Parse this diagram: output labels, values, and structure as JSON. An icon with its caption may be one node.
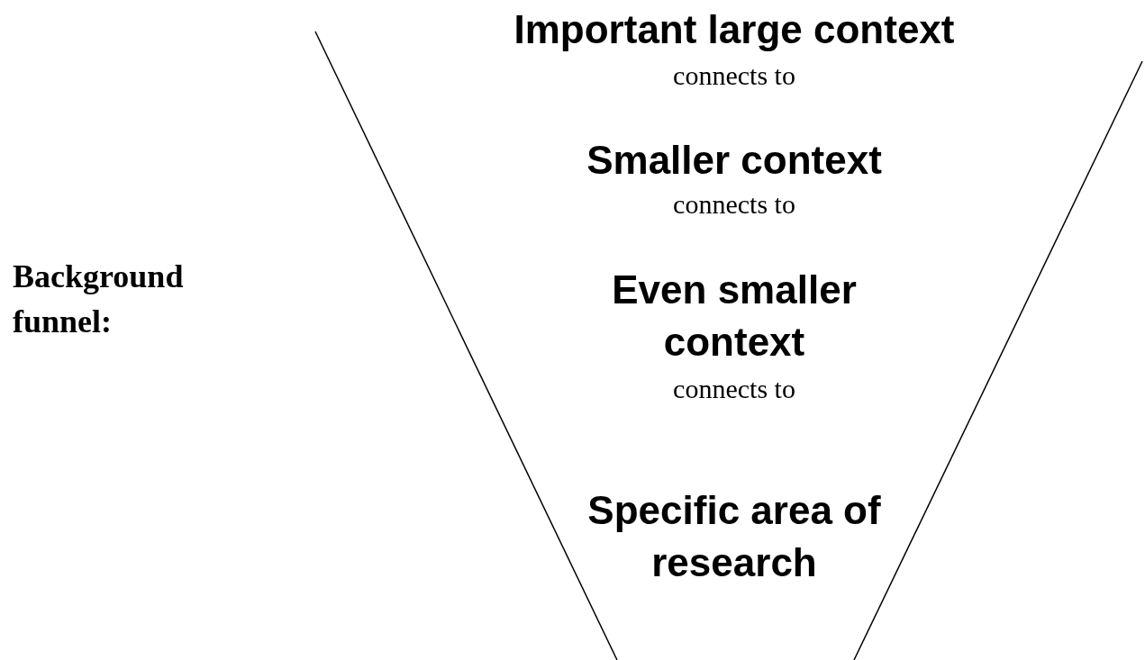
{
  "diagram": {
    "labels": [
      "Background funnel:",
      "Important large context",
      "connects to",
      "Smaller context",
      "connects to",
      "Even smaller context",
      "connects to",
      "Specific area of research"
    ]
  }
}
